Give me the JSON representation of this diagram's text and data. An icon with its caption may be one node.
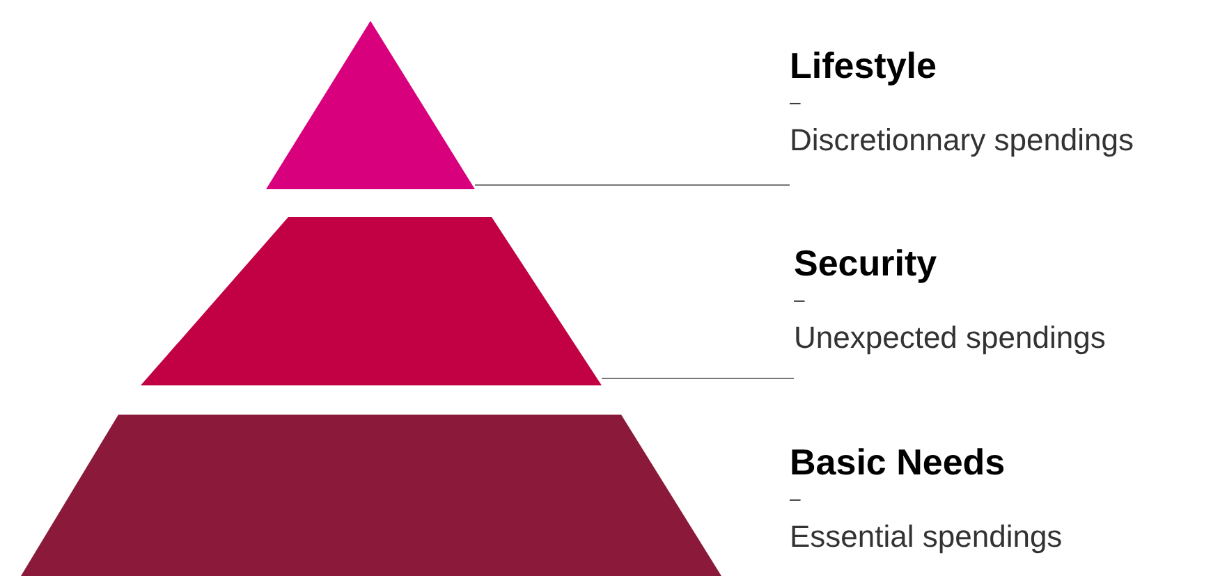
{
  "diagram": {
    "nodes": [
      {
        "text": [],
        "shape": "triangle"
      },
      {
        "text": [],
        "shape": "trapezoid"
      },
      {
        "text": [],
        "shape": "trapezoid"
      },
      {
        "text": [
          "Lifestyle",
          "–",
          "Discretionnary spendings"
        ]
      },
      {
        "text": [
          "Security",
          "–",
          "Unexpected spendings"
        ]
      },
      {
        "text": [
          "Basic Needs",
          "–",
          "Essential spendings"
        ]
      }
    ],
    "edges": [
      {
        "from": 3,
        "to": 0,
        "arrow": "none"
      },
      {
        "from": 4,
        "to": 1,
        "arrow": "none"
      }
    ]
  }
}
